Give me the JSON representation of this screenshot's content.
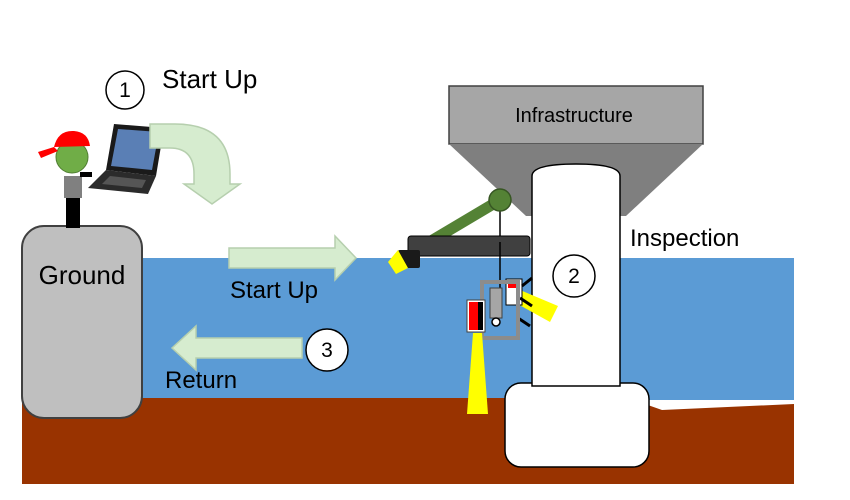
{
  "labels": {
    "ground": "Ground",
    "infrastructure": "Infrastructure",
    "inspection": "Inspection",
    "start_up_top": "Start Up",
    "start_up_middle": "Start Up",
    "return": "Return"
  },
  "steps": {
    "step1": "1",
    "step2": "2",
    "step3": "3"
  },
  "colors": {
    "water": "#5b9bd5",
    "soil": "#993300",
    "arrow_fill": "#d6eccf",
    "arrow_stroke": "#b6cfae",
    "infrastructure": "#a6a6a6",
    "ground_block": "#bfbfbf",
    "arm": "#548235",
    "light": "#ffff00",
    "cap": "#ff0000"
  }
}
